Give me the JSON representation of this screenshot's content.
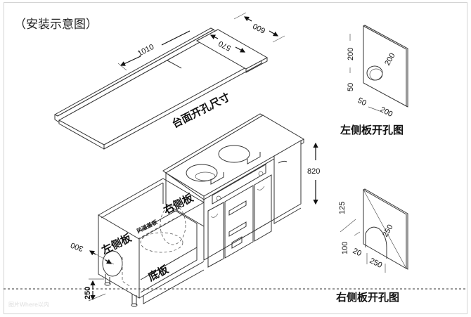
{
  "title": "（安装示意图）",
  "countertop": {
    "dim_length": "1010",
    "dim_depth_front": "570",
    "dim_depth_back": "600",
    "caption": "台面开孔尺寸"
  },
  "cabinet": {
    "dim_height": "820",
    "dim_depth": "300",
    "dim_base": "250",
    "label_right_panel": "右侧板",
    "label_left_panel": "左侧板",
    "label_bottom_panel": "底板",
    "label_duct_cover": "风道盖板"
  },
  "left_panel_detail": {
    "caption": "左侧板开孔图",
    "hole_diameter": "200",
    "dim_v_offset": "50",
    "dim_v_size": "200",
    "dim_h_offset": "50",
    "dim_h_size": "200"
  },
  "right_panel_detail": {
    "caption": "右侧板开孔图",
    "dim_top": "125",
    "dim_bottom": "100",
    "dim_diag": "250",
    "dim_edge": "20",
    "dim_width": "250"
  },
  "watermark": "图片Where以内"
}
